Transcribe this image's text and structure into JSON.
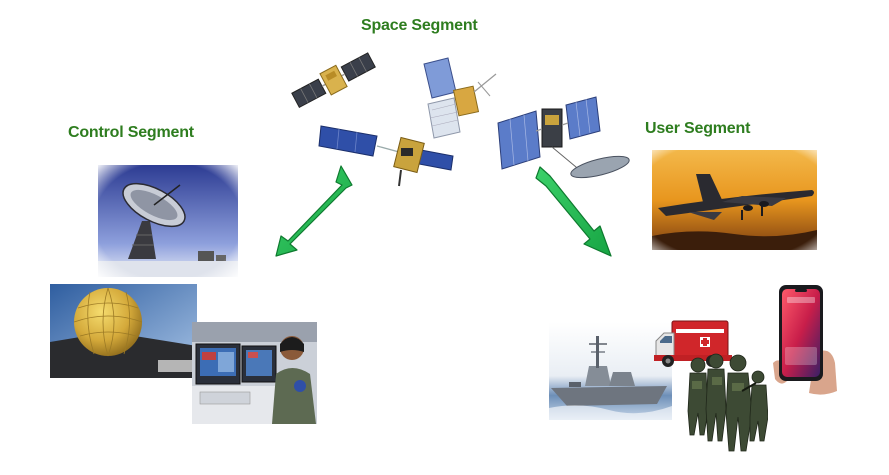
{
  "titles": {
    "space": "Space Segment",
    "control": "Control Segment",
    "user": "User Segment"
  },
  "colors": {
    "title_green": "#2E7D1F",
    "arrow_green": "#1DB34A",
    "arrow_outline": "#0E7A2F",
    "panel_blue": "#2F4FA8",
    "panel_blue_light": "#5B7CC9",
    "gold": "#C8A040",
    "sky_blue": "#6F86C9",
    "sunset_orange": "#E8961E"
  },
  "icons": {
    "space_segment": [
      "gps-satellite-icon",
      "gps-satellite-icon",
      "gps-satellite-icon",
      "gps-satellite-icon"
    ],
    "control_segment": [
      "ground-antenna-icon",
      "radome-icon",
      "operator-console-icon"
    ],
    "user_segment": [
      "airliner-icon",
      "warship-icon",
      "ambulance-icon",
      "soldiers-icon",
      "smartphone-icon"
    ],
    "arrows": [
      "bidirectional-arrow-icon",
      "downward-arrow-icon"
    ]
  }
}
